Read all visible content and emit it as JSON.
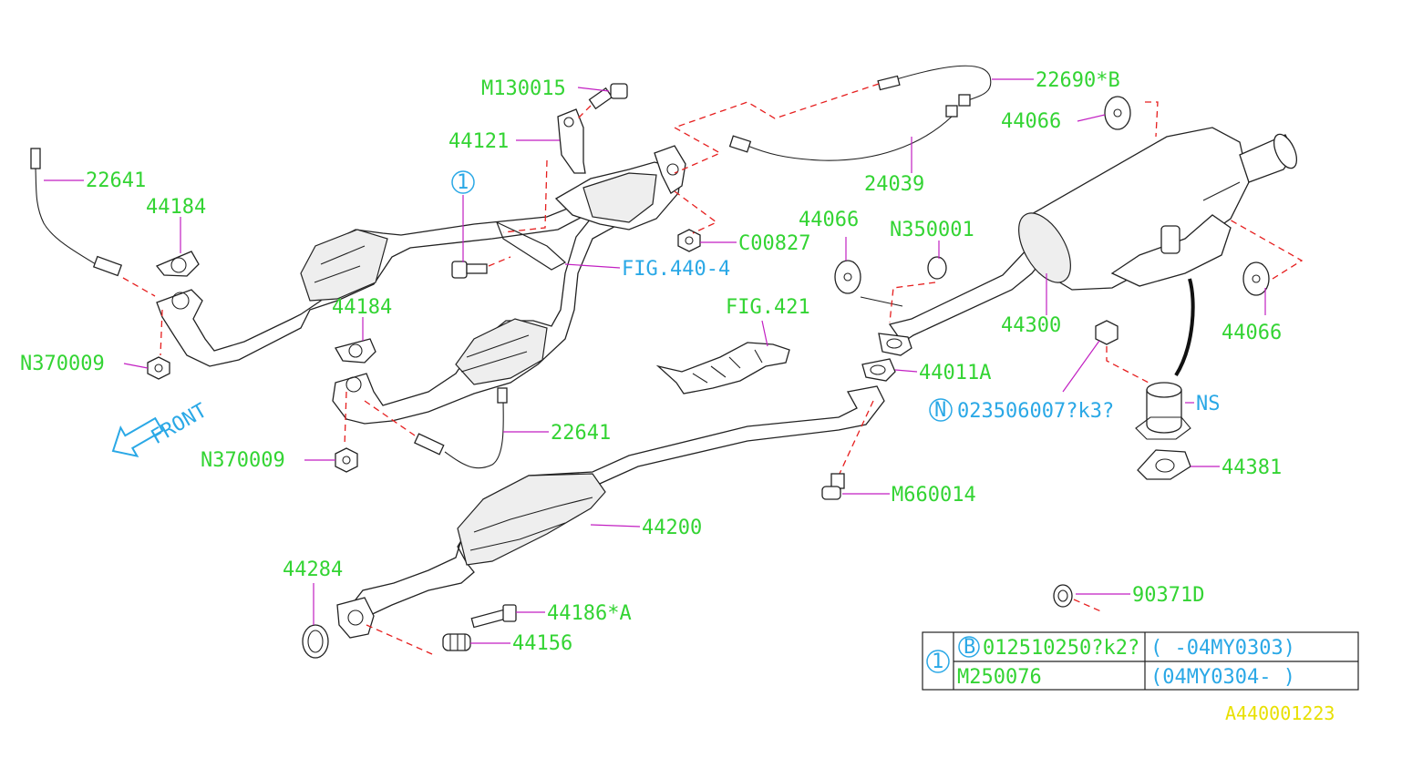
{
  "labels": {
    "l_22641_a": "22641",
    "l_44184_a": "44184",
    "l_n370009_a": "N370009",
    "l_44184_b": "44184",
    "l_n370009_b": "N370009",
    "l_22641_b": "22641",
    "l_m130015": "M130015",
    "l_44121": "44121",
    "l_c00827": "C00827",
    "l_fig440": "FIG.440-4",
    "l_fig421": "FIG.421",
    "l_22690": "22690*B",
    "l_24039": "24039",
    "l_44066_a": "44066",
    "l_44066_b": "44066",
    "l_n350001": "N350001",
    "l_44300": "44300",
    "l_44066_c": "44066",
    "l_44011a": "44011A",
    "l_023506007": "023506007?k3?",
    "l_ns": "NS",
    "l_44381": "44381",
    "l_m660014": "M660014",
    "l_44200": "44200",
    "l_44284": "44284",
    "l_44186a": "44186*A",
    "l_44156": "44156",
    "l_90371d": "90371D",
    "front": "FRONT",
    "circle_1": "1",
    "circle_n": "N"
  },
  "table": {
    "ref": "1",
    "row1_badge": "B",
    "row1_part": "012510250?k2?",
    "row1_range": "( -04MY0303)",
    "row2_part": "M250076",
    "row2_range": "(04MY0304- )"
  },
  "diagram_code": "A440001223",
  "colors": {
    "label": "#33d433",
    "reference": "#2aa8e6",
    "leader": "#c21fc2",
    "dashed": "#e61e1e",
    "code": "#e8e000"
  }
}
